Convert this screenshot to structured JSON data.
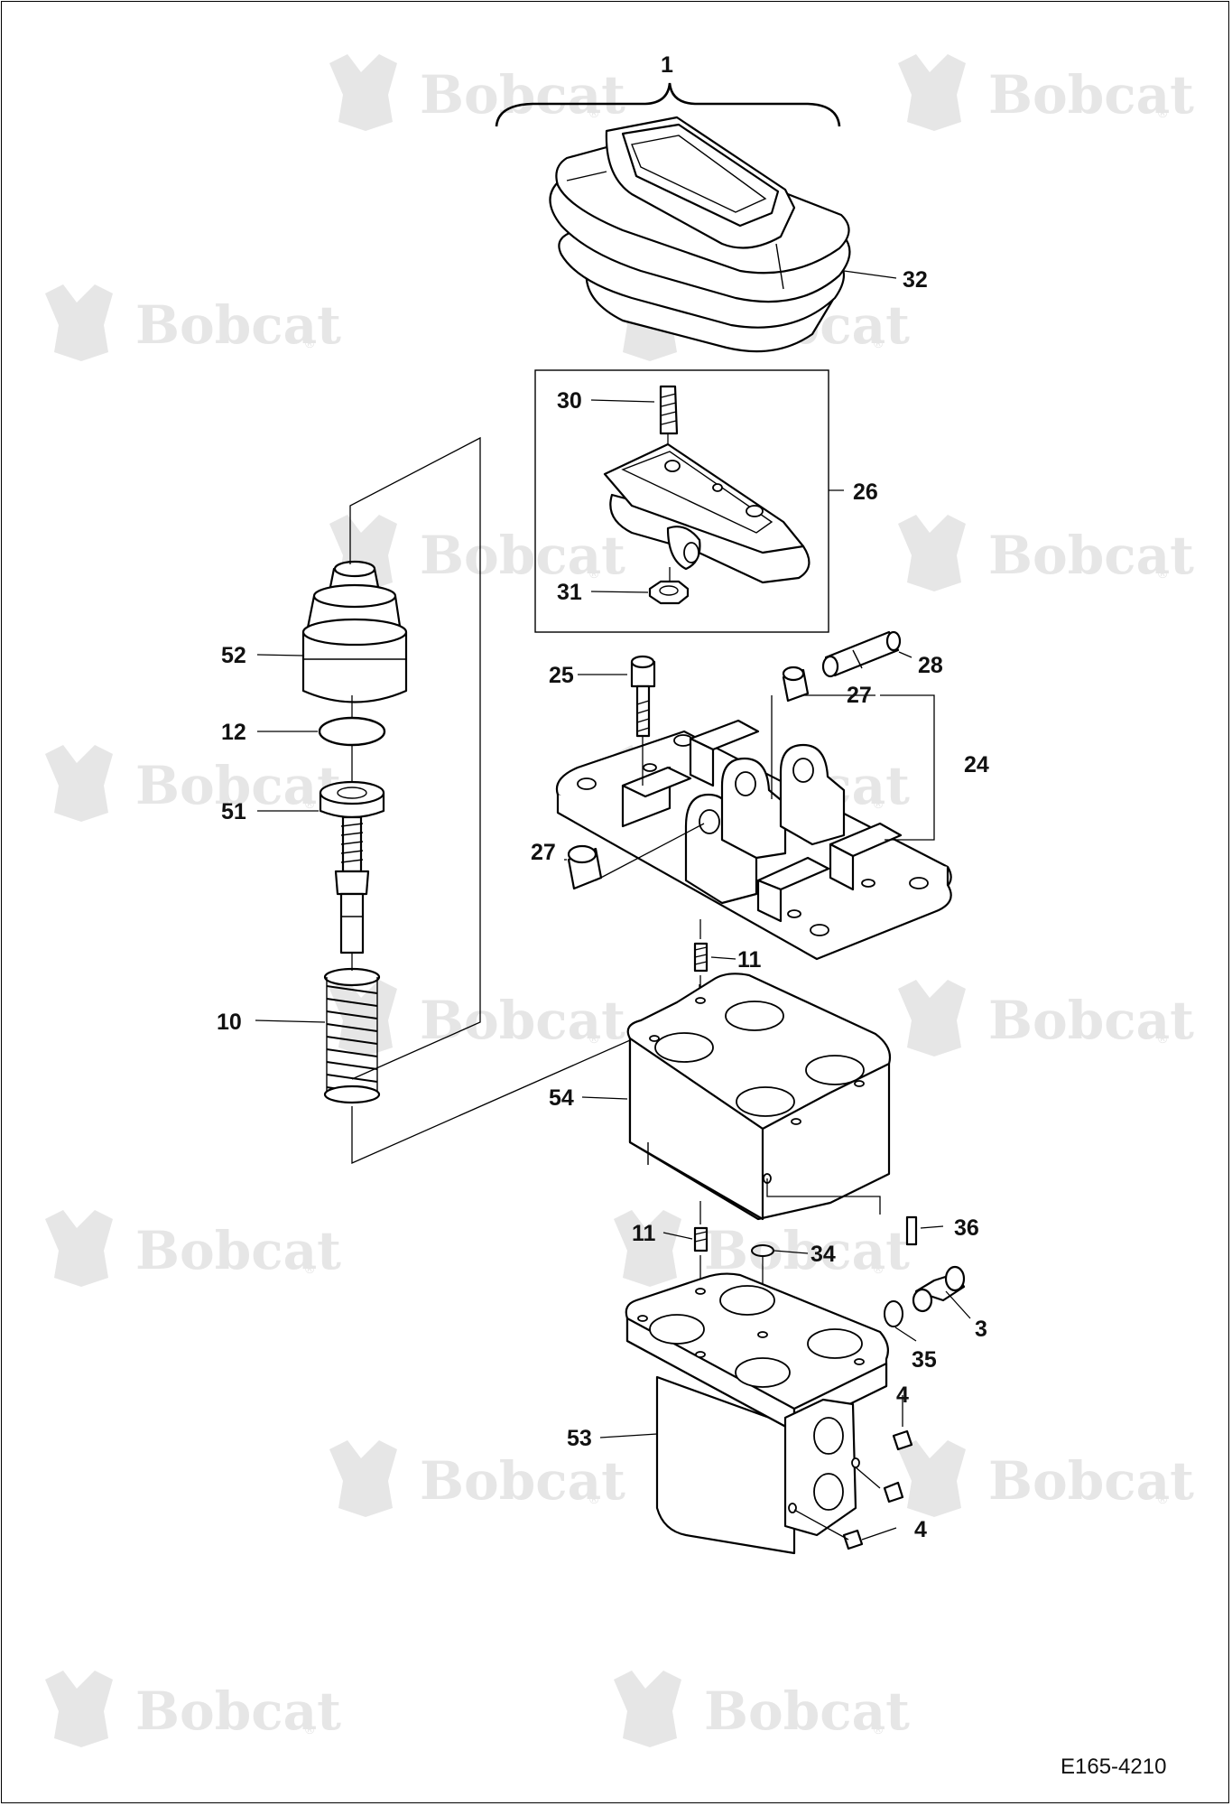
{
  "watermark": {
    "brand_text": "Bobcat",
    "registered_mark": "®"
  },
  "document_id": "E165-4210",
  "callouts": {
    "c1": "1",
    "c32": "32",
    "c30": "30",
    "c26": "26",
    "c31": "31",
    "c52": "52",
    "c25": "25",
    "c28": "28",
    "c27a": "27",
    "c24": "24",
    "c12": "12",
    "c51": "51",
    "c27b": "27",
    "c11a": "11",
    "c10": "10",
    "c54": "54",
    "c36": "36",
    "c11b": "11",
    "c34": "34",
    "c3": "3",
    "c35": "35",
    "c4a": "4",
    "c53": "53",
    "c4b": "4"
  },
  "icons": {
    "watermark_logo": "bobcat-head-logo"
  }
}
